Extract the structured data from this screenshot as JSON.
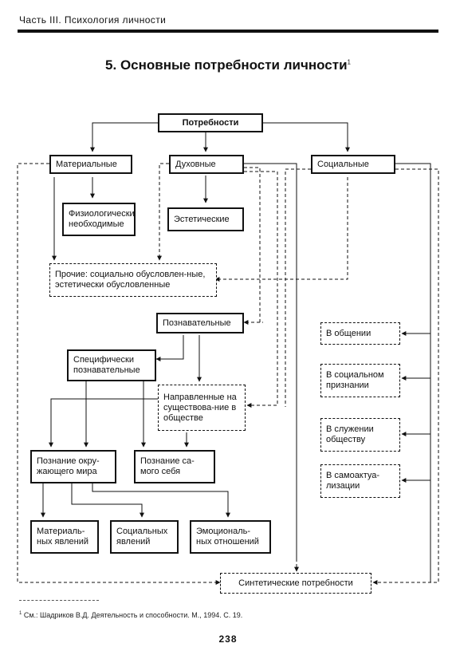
{
  "page_header": "Часть III. Психология личности",
  "title": {
    "number": "5.",
    "text": "Основные потребности личности",
    "footnote_marker": "1"
  },
  "nodes": {
    "needs": "Потребности",
    "material": "Материальные",
    "spiritual": "Духовные",
    "social": "Социальные",
    "physiological": "Физиологически необходимые",
    "aesthetic": "Эстетические",
    "other": "Прочие: социально обусловлен-ные, эстетически обусловленные",
    "cognitive": "Познавательные",
    "specific_cognitive": "Специфически познавательные",
    "directed_existence": "Направленные на существова-ние в обществе",
    "know_world": "Познание окру-жающего мира",
    "know_self": "Познание са-мого себя",
    "material_phenomena": "Материаль-ных явлений",
    "social_phenomena": "Социальных явлений",
    "emotional_relations": "Эмоциональ-ных отношений",
    "communication": "В общении",
    "social_recognition": "В социальном признании",
    "serving_society": "В служении обществу",
    "self_actualization": "В самоактуа-лизации",
    "synthetic": "Синтетические потребности"
  },
  "footnote": {
    "marker": "1",
    "text": "См.: Шадриков В.Д. Деятельность и способности. М., 1994. С. 19."
  },
  "page_number": "238"
}
